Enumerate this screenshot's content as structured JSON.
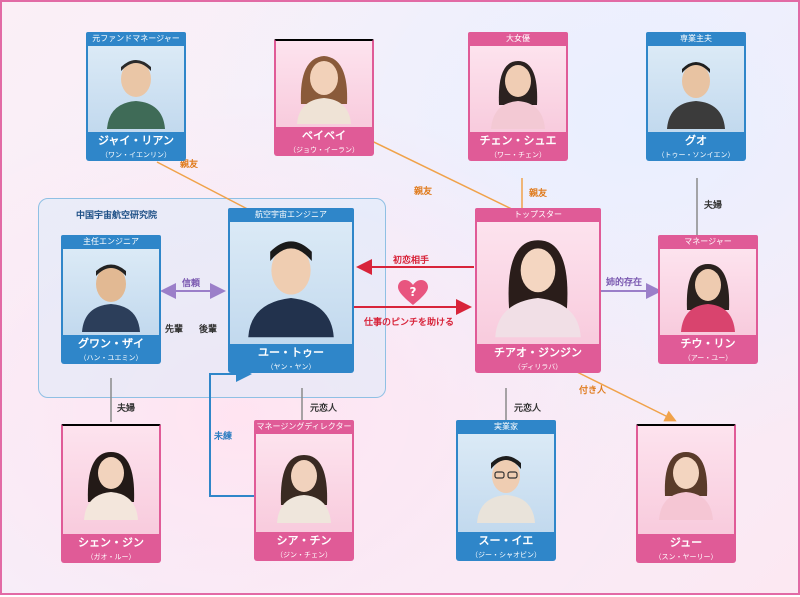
{
  "group": {
    "label": "中国宇宙航空研究院"
  },
  "cards": {
    "jai": {
      "role": "元ファンドマネージャー",
      "name": "ジャイ・リアン",
      "actor": "（ワン・イエンリン）"
    },
    "beibei": {
      "role": "",
      "name": "ベイベイ",
      "actor": "（ジョウ・イーラン）"
    },
    "chen": {
      "role": "大女優",
      "name": "チェン・シュエ",
      "actor": "（ワー・チェン）"
    },
    "guo": {
      "role": "専業主夫",
      "name": "グオ",
      "actor": "（トゥー・ソンイエン）"
    },
    "guan": {
      "role": "主任エンジニア",
      "name": "グワン・ザイ",
      "actor": "（ハン・ユエミン）"
    },
    "yu": {
      "role": "航空宇宙エンジニア",
      "name": "ユー・トゥー",
      "actor": "（ヤン・ヤン）"
    },
    "chao": {
      "role": "トップスター",
      "name": "チアオ・ジンジン",
      "actor": "（ディリラバ）"
    },
    "chou": {
      "role": "マネージャー",
      "name": "チウ・リン",
      "actor": "（アー・ユー）"
    },
    "shen": {
      "role": "",
      "name": "シェン・ジン",
      "actor": "（ガオ・ルー）"
    },
    "shia": {
      "role": "マネージングディレクター",
      "name": "シア・チン",
      "actor": "（ジン・チェン）"
    },
    "su": {
      "role": "実業家",
      "name": "スー・イエ",
      "actor": "（ジー・シャオビン）"
    },
    "jue": {
      "role": "",
      "name": "ジュー",
      "actor": "（スン・ヤーリー）"
    }
  },
  "relations": {
    "friend1": "親友",
    "friend2": "親友",
    "friend3": "親友",
    "couple1": "夫婦",
    "couple2": "夫婦",
    "trust": "信頼",
    "senior": "先輩",
    "junior": "後輩",
    "first_love": "初恋相手",
    "rescue": "仕事のピンチを助ける",
    "sister": "姉的存在",
    "attendant": "付き人",
    "unrequited": "未練",
    "ex1": "元恋人",
    "ex2": "元恋人"
  },
  "colors": {
    "blue": "#2f86c9",
    "pink": "#e05b97",
    "orange": "#f0a24a",
    "purple": "#9b7fc9",
    "red": "#d8243a",
    "grey": "#8a8a8a"
  }
}
